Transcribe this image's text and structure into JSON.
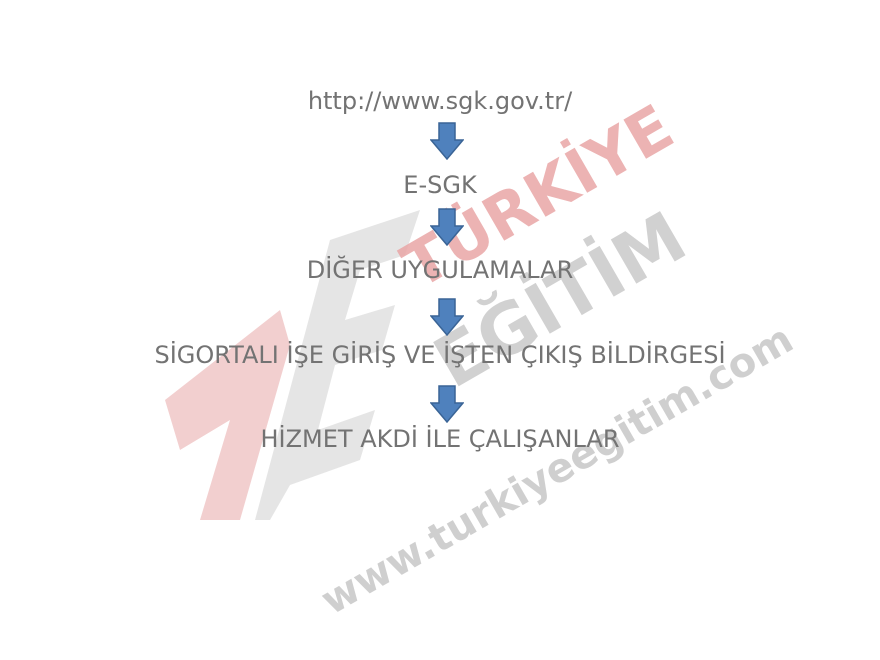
{
  "flow": {
    "steps": [
      "http://www.sgk.gov.tr/",
      "E-SGK",
      "DİĞER UYGULAMALAR",
      "SİGORTALI İŞE GİRİŞ VE İŞTEN ÇIKIŞ BİLDİRGESİ",
      "HİZMET AKDİ İLE ÇALIŞANLAR"
    ],
    "arrow_icon": "down-arrow-icon"
  },
  "watermark": {
    "text_line1": "TÜRKİYE",
    "text_line2": "EĞİTİM",
    "url": "www.turkiyeegitim.com"
  },
  "colors": {
    "text": "#737373",
    "arrow_fill": "#4f81bd",
    "arrow_stroke": "#3a6496",
    "watermark_red": "#e6a1a1",
    "watermark_gray": "#cccccc"
  }
}
